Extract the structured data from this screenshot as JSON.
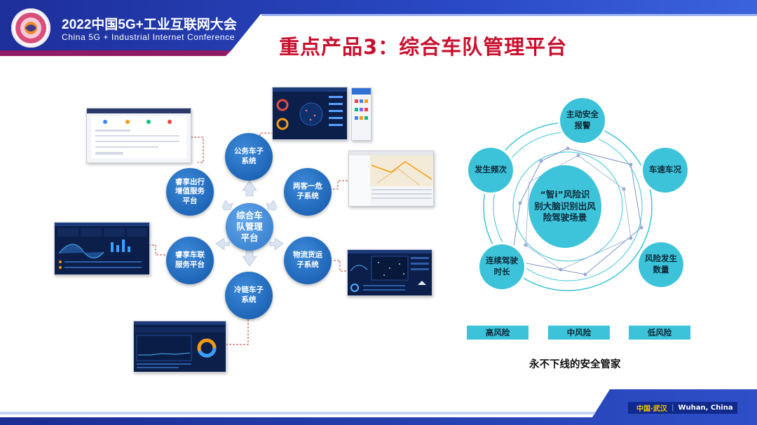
{
  "header": {
    "conference_cn": "2022中国5G+工业互联网大会",
    "conference_en": "China 5G + Industrial Internet Conference",
    "title": "重点产品3：综合车队管理平台"
  },
  "platform": {
    "center": "综合车\n队管理\n平台",
    "modules": [
      "公务车子\n系统",
      "两客一危\n子系统",
      "物流货运\n子系统",
      "冷链车子\n系统",
      "睿享车联\n服务平台",
      "睿享出行\n增值服务\n平台"
    ]
  },
  "risk": {
    "center": "“智i”风险识\n别大脑识别出风\n险驾驶场景",
    "nodes": [
      "主动安全\n报警",
      "车速车况",
      "风险发生\n数量",
      "连续驾驶\n时长",
      "发生频次"
    ],
    "levels": [
      "高风险",
      "中风险",
      "低风险"
    ],
    "slogan": "永不下线的安全管家"
  },
  "footer": {
    "location_cn": "中国·武汉",
    "location_en": "Wuhan, China"
  },
  "colors": {
    "brand_blue": "#1a3aa8",
    "title_red": "#c8102e",
    "bubble_blue": "#1f66b8",
    "risk_cyan": "#3cc3d9",
    "connector_red": "#c0392b"
  }
}
